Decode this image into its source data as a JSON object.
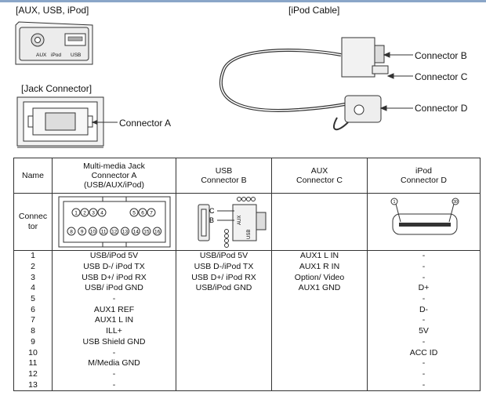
{
  "panels": {
    "aux_usb_ipod": "[AUX, USB, iPod]",
    "ipod_cable": "[iPod Cable]",
    "jack_connector": "[Jack Connector]",
    "ports": {
      "aux": "AUX",
      "ipod": "iPod",
      "usb": "USB"
    }
  },
  "callouts": {
    "a": "Connector A",
    "b": "Connector B",
    "c": "Connector C",
    "d": "Connector D"
  },
  "pinout": {
    "top_pins": [
      "1",
      "2",
      "3",
      "4",
      "5",
      "6",
      "7"
    ],
    "bottom_pins": [
      "8",
      "9",
      "10",
      "11",
      "12",
      "13",
      "14",
      "15",
      "16"
    ],
    "c": "C",
    "b": "B",
    "aux": "AUX",
    "usb": "USB",
    "d_first": "1",
    "d_last": "30"
  },
  "table": {
    "headers": [
      "Name"
    ],
    "header_lines": [
      "Multi-media Jack",
      "Connector A",
      "(USB/AUX/iPod)",
      "USB",
      "Connector B",
      "AUX",
      "Connector C",
      "iPod",
      "Connector D"
    ],
    "connector_label": [
      "Connec",
      "tor"
    ],
    "rows": [
      [
        "1",
        "USB/iPod 5V",
        "USB/iPod 5V",
        "AUX1 L IN",
        "-"
      ],
      [
        "2",
        "USB D-/ iPod TX",
        "USB D-/iPod TX",
        "AUX1 R IN",
        "-"
      ],
      [
        "3",
        "USB D+/ iPod RX",
        "USB D+/ iPod RX",
        "Option/ Video",
        "-"
      ],
      [
        "4",
        "USB/ iPod GND",
        "USB/iPod GND",
        "AUX1 GND",
        "D+"
      ],
      [
        "5",
        "-",
        "",
        "",
        "-"
      ],
      [
        "6",
        "AUX1 REF",
        "",
        "",
        "D-"
      ],
      [
        "7",
        "AUX1 L IN",
        "",
        "",
        "-"
      ],
      [
        "8",
        "ILL+",
        "",
        "",
        "5V"
      ],
      [
        "9",
        "USB Shield GND",
        "",
        "",
        "-"
      ],
      [
        "10",
        "-",
        "",
        "",
        "ACC ID"
      ],
      [
        "11",
        "M/Media GND",
        "",
        "",
        "-"
      ],
      [
        "12",
        "-",
        "",
        "",
        "-"
      ],
      [
        "13",
        "-",
        "",
        "",
        "-"
      ]
    ]
  }
}
